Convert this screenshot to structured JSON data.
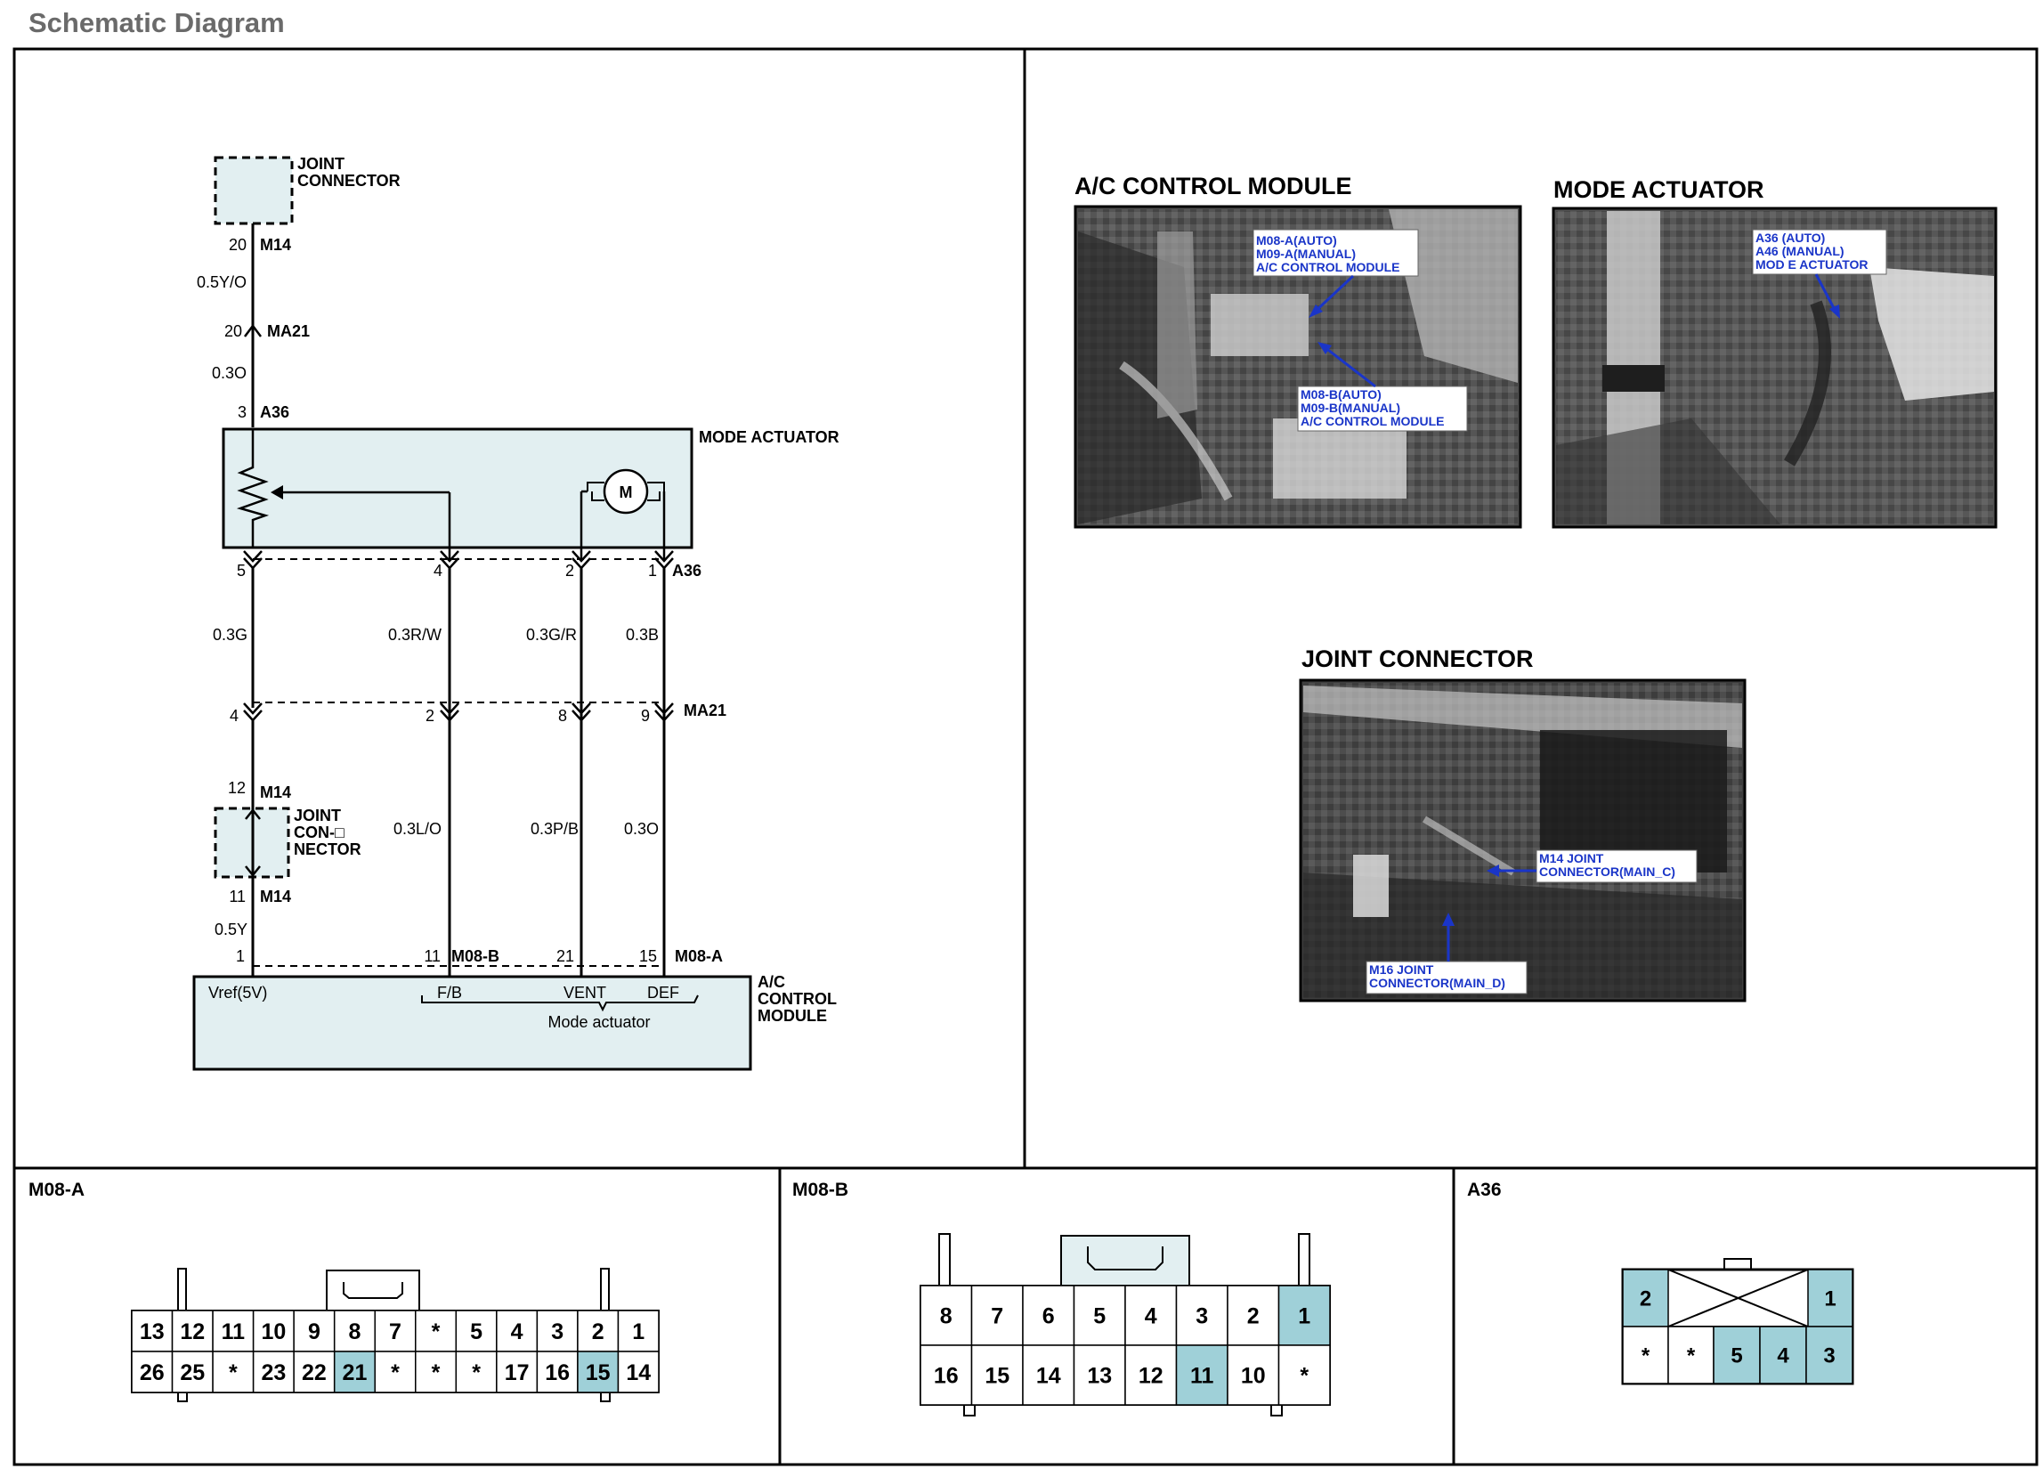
{
  "page": {
    "title": "Schematic Diagram"
  },
  "schematic": {
    "joint_connector_top": {
      "line1": "JOINT",
      "line2": "CONNECTOR"
    },
    "top_pin": {
      "num": "20",
      "conn": "M14"
    },
    "wire_top": "0.5Y/O",
    "ma21_top": {
      "num": "20",
      "conn": "MA21"
    },
    "wire_mid": "0.3O",
    "a36_top": {
      "num": "3",
      "conn": "A36"
    },
    "mode_actuator_label": "MODE ACTUATOR",
    "motor_label": "M",
    "a36_bottom": {
      "pins": [
        "5",
        "4",
        "2",
        "1"
      ],
      "conn": "A36"
    },
    "wires_a": [
      "0.3G",
      "0.3R/W",
      "0.3G/R",
      "0.3B"
    ],
    "ma21_bottom": {
      "pins": [
        "4",
        "2",
        "8",
        "9"
      ],
      "conn": "MA21"
    },
    "m14_12": {
      "num": "12",
      "conn": "M14"
    },
    "joint_connector_2": {
      "line1": "JOINT",
      "line2": "CON-□",
      "line3": "NECTOR"
    },
    "wires_b": [
      "0.3L/O",
      "0.3P/B",
      "0.3O"
    ],
    "m14_11": {
      "num": "11",
      "conn": "M14"
    },
    "wire_05y": "0.5Y",
    "pin_1": "1",
    "m08b_pin": {
      "num": "11",
      "conn": "M08-B"
    },
    "pin_21": "21",
    "m08a_pin": {
      "num": "15",
      "conn": "M08-A"
    },
    "ac_module_labels": [
      "Vref(5V)",
      "F/B",
      "VENT",
      "DEF"
    ],
    "mode_actuator_sub": "Mode actuator",
    "ac_control_module": {
      "line1": "A/C",
      "line2": "CONTROL",
      "line3": "MODULE"
    }
  },
  "photos": {
    "ac_control": {
      "title": "A/C CONTROL MODULE",
      "callout1": [
        "M08-A(AUTO)",
        "M09-A(MANUAL)",
        "A/C CONTROL MODULE"
      ],
      "callout2": [
        "M08-B(AUTO)",
        "M09-B(MANUAL)",
        "A/C CONTROL MODULE"
      ]
    },
    "mode_actuator": {
      "title": "MODE ACTUATOR",
      "callout": [
        "A36 (AUTO)",
        "A46 (MANUAL)",
        "MOD E ACTUATOR"
      ]
    },
    "joint_connector": {
      "title": "JOINT CONNECTOR",
      "callout1": [
        "M14 JOINT",
        "CONNECTOR(MAIN_C)"
      ],
      "callout2": [
        "M16 JOINT",
        "CONNECTOR(MAIN_D)"
      ]
    }
  },
  "connectors": {
    "m08a": {
      "title": "M08-A",
      "row1": [
        "13",
        "12",
        "11",
        "10",
        "9",
        "8",
        "7",
        "*",
        "5",
        "4",
        "3",
        "2",
        "1"
      ],
      "row2": [
        "26",
        "25",
        "*",
        "23",
        "22",
        "21",
        "*",
        "*",
        "*",
        "17",
        "16",
        "15",
        "14"
      ],
      "highlighted": [
        "21",
        "15"
      ]
    },
    "m08b": {
      "title": "M08-B",
      "row1": [
        "8",
        "7",
        "6",
        "5",
        "4",
        "3",
        "2",
        "1"
      ],
      "row2": [
        "16",
        "15",
        "14",
        "13",
        "12",
        "11",
        "10",
        "*"
      ],
      "highlighted": [
        "1",
        "11"
      ]
    },
    "a36": {
      "title": "A36",
      "row1": [
        "2",
        "1"
      ],
      "row2": [
        "*",
        "*",
        "5",
        "4",
        "3"
      ],
      "highlighted": [
        "2",
        "1",
        "5",
        "4",
        "3"
      ]
    }
  },
  "colors": {
    "pin_highlight": "#9fd0d8",
    "box_fill": "#e2eff1",
    "callout_text": "#1a35c8"
  }
}
